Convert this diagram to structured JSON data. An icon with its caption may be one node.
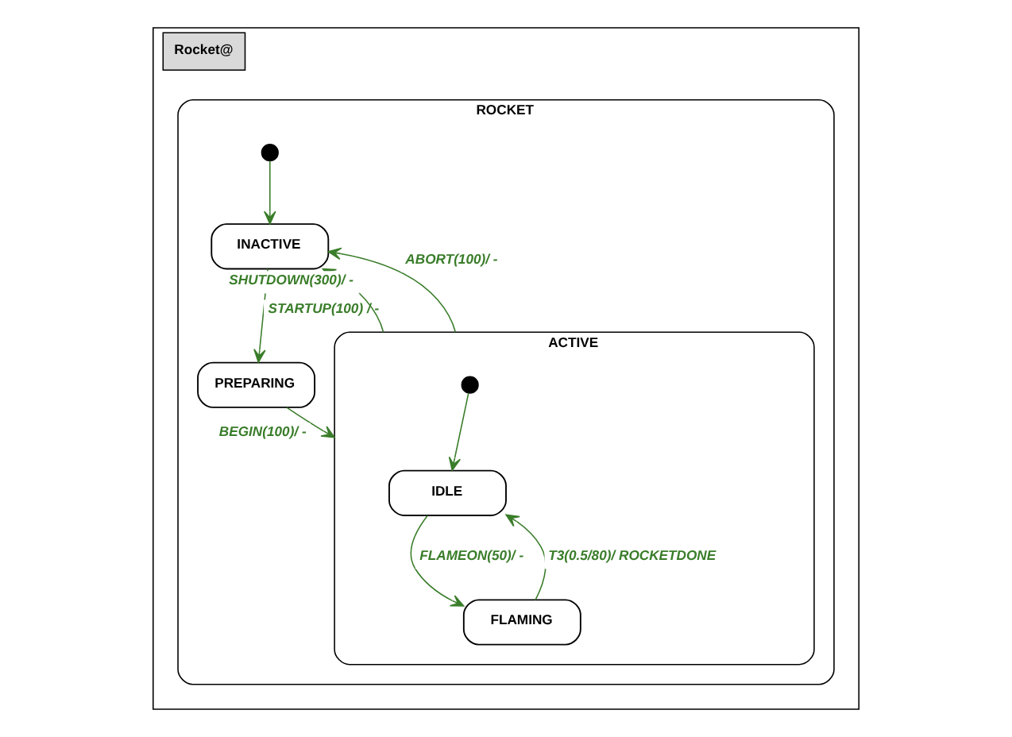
{
  "diagram": {
    "nodes": [
      {
        "text": [
          "Rocket@"
        ]
      },
      {
        "text": [
          "ROCKET"
        ],
        "in": 0
      },
      {
        "text": [],
        "shape": "circle",
        "in": 1
      },
      {
        "text": [
          "INACTIVE"
        ],
        "in": 1
      },
      {
        "text": [
          "PREPARING"
        ],
        "in": 1
      },
      {
        "text": [
          "ACTIVE"
        ],
        "in": 1
      },
      {
        "text": [],
        "shape": "circle",
        "in": 5
      },
      {
        "text": [
          "IDLE"
        ],
        "in": 5
      },
      {
        "text": [
          "FLAMING"
        ],
        "in": 5
      }
    ],
    "edges": [
      {
        "from": 2,
        "to": 3,
        "arrow": "to"
      },
      {
        "from": 3,
        "to": 4,
        "arrow": "to",
        "label": "STARTUP(100) / -"
      },
      {
        "from": 4,
        "to": 5,
        "arrow": "to",
        "label": "BEGIN(100)/ -"
      },
      {
        "from": 5,
        "to": 3,
        "arrow": "to",
        "label": "SHUTDOWN(300)/ -"
      },
      {
        "from": 5,
        "to": 3,
        "arrow": "to",
        "label": "ABORT(100)/ -"
      },
      {
        "from": 6,
        "to": 7,
        "arrow": "to"
      },
      {
        "from": 7,
        "to": 8,
        "arrow": "to",
        "label": "FLAMEON(50)/ -"
      },
      {
        "from": 8,
        "to": 7,
        "arrow": "to",
        "label": "T3(0.5/80)/ ROCKETDONE"
      }
    ]
  }
}
